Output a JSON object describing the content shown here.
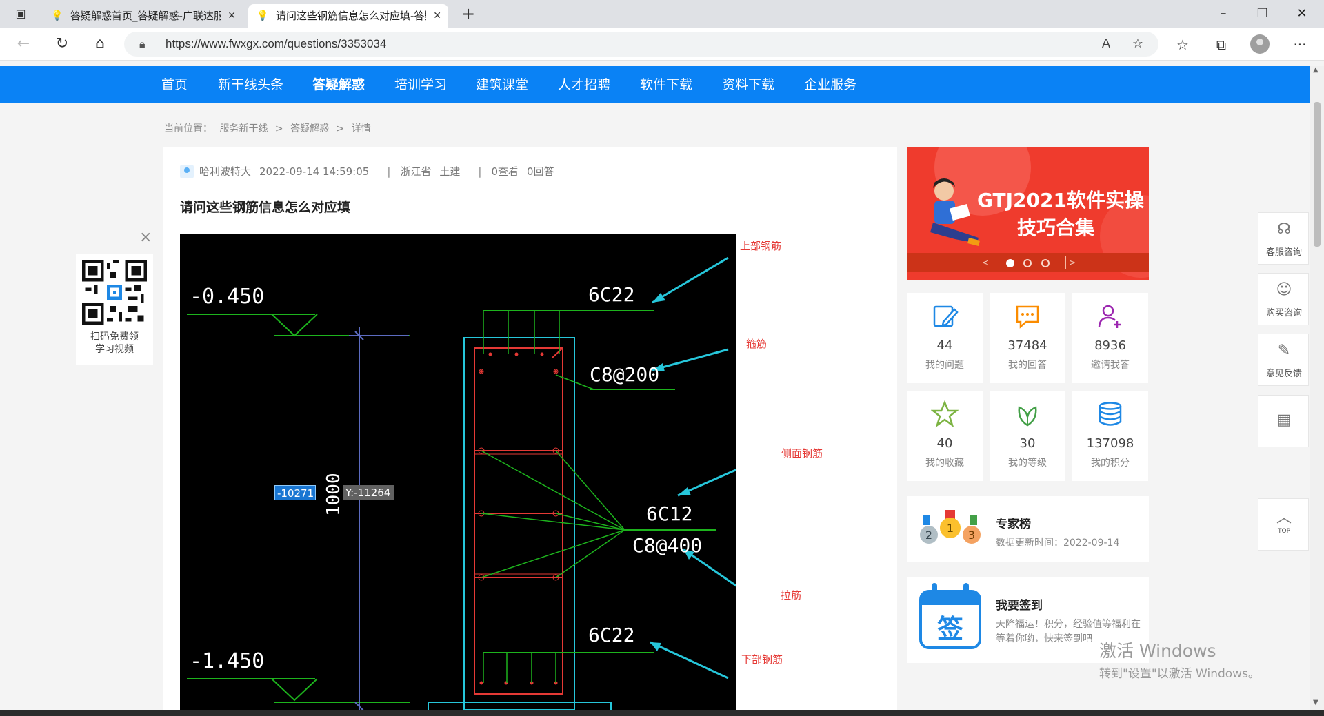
{
  "browser": {
    "tabs": [
      {
        "title": "答疑解惑首页_答疑解惑-广联达服务新干线"
      },
      {
        "title": "请问这些钢筋信息怎么对应填-答疑解惑"
      }
    ],
    "url": "https://www.fwxgx.com/questions/3353034",
    "icons": {
      "tab_actions": "tab-actions-icon",
      "favicon": "bulb-icon",
      "close": "close-icon",
      "new_tab": "plus-icon",
      "back": "back-arrow-icon",
      "refresh": "refresh-icon",
      "home": "home-icon",
      "lock": "lock-icon",
      "read_aloud": "read-aloud-icon",
      "add_favorite": "star-add-icon",
      "favorites": "favorites-icon",
      "collections": "collections-icon",
      "more": "more-icon"
    }
  },
  "nav": {
    "items": [
      "首页",
      "新干线头条",
      "答疑解惑",
      "培训学习",
      "建筑课堂",
      "人才招聘",
      "软件下载",
      "资料下载",
      "企业服务"
    ],
    "active_index": 2
  },
  "breadcrumb": {
    "label": "当前位置：",
    "items": [
      "服务新干线",
      ">",
      "答疑解惑",
      ">",
      "详情"
    ]
  },
  "question": {
    "author": "哈利波特大",
    "datetime": "2022-09-14 14:59:05",
    "sep": "|",
    "province": "浙江省",
    "category": "土建",
    "views": "0查看",
    "answers": "0回答",
    "title": "请问这些钢筋信息怎么对应填"
  },
  "drawing": {
    "elev_top": "-0.450",
    "elev_bottom": "-1.450",
    "top_rebar": "6C22",
    "stirrup": "C8@200",
    "side_rebar": "6C12",
    "tie": "C8@400",
    "bottom_rebar": "6C22",
    "dim": "1000",
    "coord_x": "-10271",
    "coord_y": "Y:-11264",
    "annotations": {
      "top": "上部钢筋",
      "stirrup": "箍筋",
      "side": "侧面钢筋",
      "tie": "拉筋",
      "bottom": "下部钢筋"
    }
  },
  "banner": {
    "line1": "GTJ2021软件实操",
    "line2": "技巧合集",
    "prev": "<",
    "next": ">",
    "slides": 3,
    "active_slide": 0
  },
  "stats": [
    {
      "value": "44",
      "label": "我的问题",
      "icon": "edit-icon",
      "color": "#1e88e5"
    },
    {
      "value": "37484",
      "label": "我的回答",
      "icon": "chat-icon",
      "color": "#fb8c00"
    },
    {
      "value": "8936",
      "label": "邀请我答",
      "icon": "add-user-icon",
      "color": "#9c27b0"
    },
    {
      "value": "40",
      "label": "我的收藏",
      "icon": "star-icon",
      "color": "#7cb342"
    },
    {
      "value": "30",
      "label": "我的等级",
      "icon": "leaf-icon",
      "color": "#43a047"
    },
    {
      "value": "137098",
      "label": "我的积分",
      "icon": "coins-icon",
      "color": "#1e88e5"
    }
  ],
  "experts": {
    "title": "专家榜",
    "subtitle": "数据更新时间：2022-09-14"
  },
  "signin": {
    "title": "我要签到",
    "text": "天降福运！积分，经验值等福利在等着你哟，快来签到吧",
    "icon_char": "签"
  },
  "qr_float": {
    "line1": "扫码免费领",
    "line2": "学习视频",
    "close": "×"
  },
  "side": [
    {
      "label": "客服咨询",
      "icon": "headset-icon",
      "glyph": "☊"
    },
    {
      "label": "购买咨询",
      "icon": "chat-bubble-icon",
      "glyph": "☺"
    },
    {
      "label": "意见反馈",
      "icon": "feedback-icon",
      "glyph": "✎"
    },
    {
      "label": "",
      "icon": "qrcode-icon",
      "glyph": "▦"
    },
    {
      "label": "TOP",
      "icon": "back-to-top-icon",
      "glyph": "︿"
    }
  ],
  "watermark": {
    "line1": "激活 Windows",
    "line2": "转到\"设置\"以激活 Windows。"
  }
}
